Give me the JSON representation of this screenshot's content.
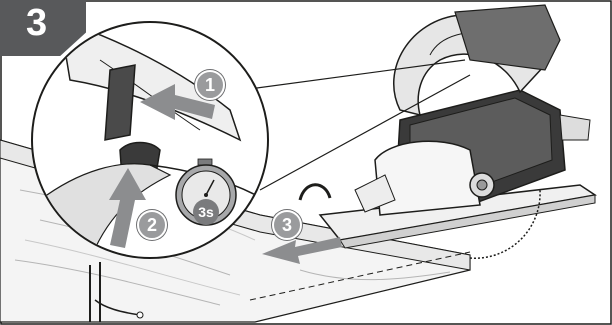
{
  "step": {
    "number": "3"
  },
  "callouts": [
    {
      "number": "1"
    },
    {
      "number": "2"
    },
    {
      "number": "3"
    }
  ],
  "timer": {
    "label": "3s"
  },
  "colors": {
    "badge": "#58595b",
    "callout": "#9a9b9d",
    "arrow": "#8c8d8f",
    "line": "#1d1d1b"
  }
}
